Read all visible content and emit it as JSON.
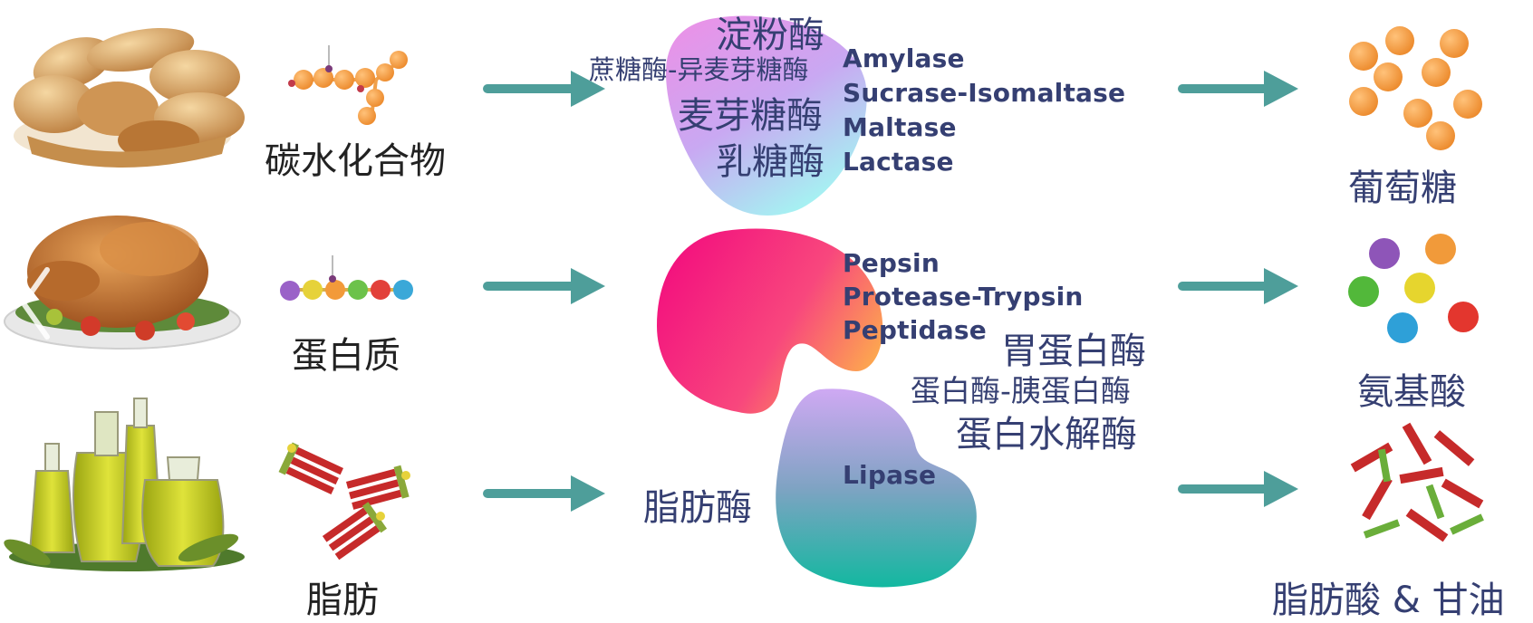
{
  "rows": {
    "carb": {
      "label": "碳水化合物",
      "enzymes_cn": [
        "淀粉酶",
        "蔗糖酶-异麦芽糖酶",
        "麦芽糖酶",
        "乳糖酶"
      ],
      "enzymes_en": [
        "Amylase",
        "Sucrase-Isomaltase",
        "Maltase",
        "Lactase"
      ],
      "product": "葡萄糖"
    },
    "protein": {
      "label": "蛋白质",
      "enzymes_en": [
        "Pepsin",
        "Protease-Trypsin",
        "Peptidase"
      ],
      "enzymes_cn": [
        "胃蛋白酶",
        "蛋白酶-胰蛋白酶",
        "蛋白水解酶"
      ],
      "product": "氨基酸"
    },
    "fat": {
      "label": "脂肪",
      "enzyme_cn": "脂肪酶",
      "enzyme_en": "Lipase",
      "product": "脂肪酸 & 甘油"
    }
  },
  "nav": {
    "prev_icon": "chevron-left-icon",
    "next_icon": "chevron-right-icon"
  },
  "colors": {
    "arrow": "#4e9e9a",
    "text_navy": "#353f72",
    "text_black": "#222222"
  }
}
